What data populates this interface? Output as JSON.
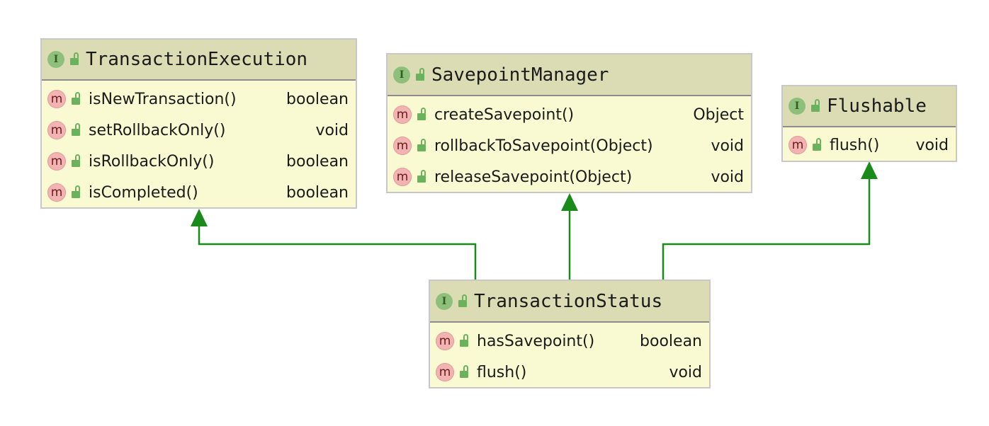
{
  "colors": {
    "box_fill": "#fafad2",
    "header_fill": "#dcdcb4",
    "arrow": "#1a8a1a",
    "interface_badge": "#8ec07c",
    "method_badge": "#f2b3b3"
  },
  "interface_badge_letter": "I",
  "method_badge_letter": "m",
  "boxes": {
    "transaction_execution": {
      "title": "TransactionExecution",
      "methods": [
        {
          "name": "isNewTransaction()",
          "returns": "boolean"
        },
        {
          "name": "setRollbackOnly()",
          "returns": "void"
        },
        {
          "name": "isRollbackOnly()",
          "returns": "boolean"
        },
        {
          "name": "isCompleted()",
          "returns": "boolean"
        }
      ]
    },
    "savepoint_manager": {
      "title": "SavepointManager",
      "methods": [
        {
          "name": "createSavepoint()",
          "returns": "Object"
        },
        {
          "name": "rollbackToSavepoint(Object)",
          "returns": "void"
        },
        {
          "name": "releaseSavepoint(Object)",
          "returns": "void"
        }
      ]
    },
    "flushable": {
      "title": "Flushable",
      "methods": [
        {
          "name": "flush()",
          "returns": "void"
        }
      ]
    },
    "transaction_status": {
      "title": "TransactionStatus",
      "methods": [
        {
          "name": "hasSavepoint()",
          "returns": "boolean"
        },
        {
          "name": "flush()",
          "returns": "void"
        }
      ]
    }
  },
  "relations": [
    {
      "from": "TransactionStatus",
      "to": "TransactionExecution",
      "kind": "extends"
    },
    {
      "from": "TransactionStatus",
      "to": "SavepointManager",
      "kind": "extends"
    },
    {
      "from": "TransactionStatus",
      "to": "Flushable",
      "kind": "extends"
    }
  ]
}
